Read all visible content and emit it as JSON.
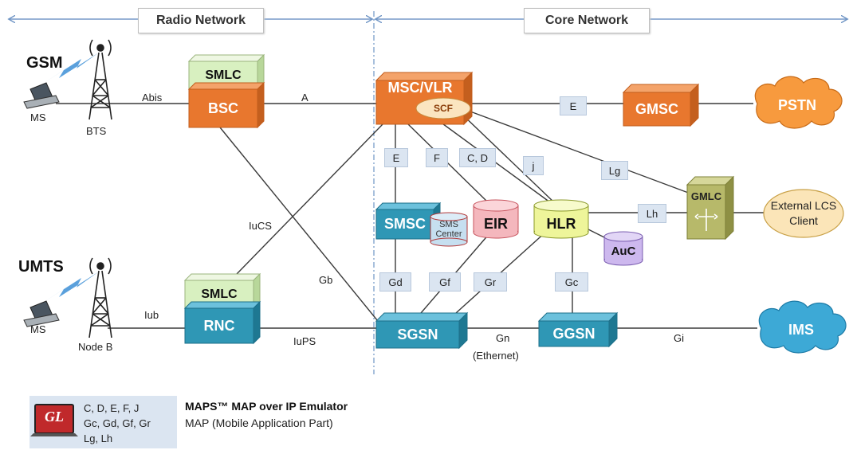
{
  "sections": {
    "radio": "Radio Network",
    "core": "Core Network"
  },
  "tech": {
    "gsm": "GSM",
    "umts": "UMTS"
  },
  "devices": {
    "ms_gsm": "MS",
    "bts": "BTS",
    "ms_umts": "MS",
    "nodeb": "Node B"
  },
  "nodes": {
    "smlc_top": "SMLC",
    "bsc": "BSC",
    "smlc_bottom": "SMLC",
    "rnc": "RNC",
    "msc": "MSC/VLR",
    "scf": "SCF",
    "gmsc": "GMSC",
    "pstn": "PSTN",
    "smsc": "SMSC",
    "sms_center": "SMS Center",
    "eir": "EIR",
    "hlr": "HLR",
    "auc": "AuC",
    "gmlc": "GMLC",
    "external_lcs": "External LCS Client",
    "sgsn": "SGSN",
    "ggsn": "GGSN",
    "ims": "IMS"
  },
  "links": {
    "abis": "Abis",
    "a": "A",
    "iucs": "IuCS",
    "gb": "Gb",
    "iub": "Iub",
    "iups": "IuPS",
    "gn": "Gn",
    "ethernet": "(Ethernet)",
    "gi": "Gi"
  },
  "interfaces": {
    "e_gmsc": "E",
    "e_smsc": "E",
    "f": "F",
    "cd": "C, D",
    "j": "j",
    "lg": "Lg",
    "lh": "Lh",
    "gd": "Gd",
    "gf": "Gf",
    "gr": "Gr",
    "gc": "Gc"
  },
  "legend": {
    "logo": "GL",
    "codes": [
      "C, D, E, F,  J",
      "Gc, Gd, Gf, Gr",
      "Lg, Lh"
    ],
    "title": "MAPS™ MAP over IP Emulator",
    "subtitle": "MAP (Mobile Application Part)"
  },
  "colors": {
    "orange": "#e8772e",
    "blue": "#2f97b5",
    "green_light": "#d8f0c0",
    "peach": "#fbe5c0",
    "cloud_orange": "#f79a3e",
    "cloud_blue": "#3da9d6",
    "eir_pink": "#f4b7bd",
    "hlr_yellow": "#eef59a",
    "auc_purple": "#cdb8ee",
    "gmlc_olive": "#b7b96a",
    "if_box": "#dbe5f1"
  }
}
